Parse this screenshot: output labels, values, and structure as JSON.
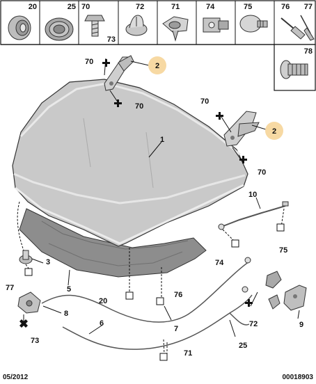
{
  "parts_strip": {
    "items": [
      "20",
      "25",
      "70",
      "72",
      "71",
      "74",
      "75",
      "76",
      "77"
    ],
    "extra_label": "73",
    "side_item": "78"
  },
  "callouts": {
    "hinge_top": "2",
    "hinge_right": "2",
    "bonnet": "1",
    "cable_upper": "10",
    "fastener_70_a": "70",
    "fastener_70_b": "70",
    "fastener_70_c": "70",
    "fastener_70_d": "70",
    "buffer": "3",
    "clip_77": "77",
    "insulation": "5",
    "clip_20": "20",
    "clip_76": "76",
    "cable_7": "7",
    "catch_8": "8",
    "screw_73": "73",
    "cable_6": "6",
    "clip_71": "71",
    "latch_9": "9",
    "screw_72": "72",
    "cable_25": "25",
    "clip_74": "74",
    "clip_75": "75"
  },
  "footer": {
    "date": "05/2012",
    "reference": "00018903"
  },
  "colors": {
    "bonnet_fill": "#c9c9c9",
    "bonnet_edge": "#e8e8e8",
    "insulation": "#8f8f8f",
    "badge": "#f7d9a3",
    "line": "#111111"
  }
}
